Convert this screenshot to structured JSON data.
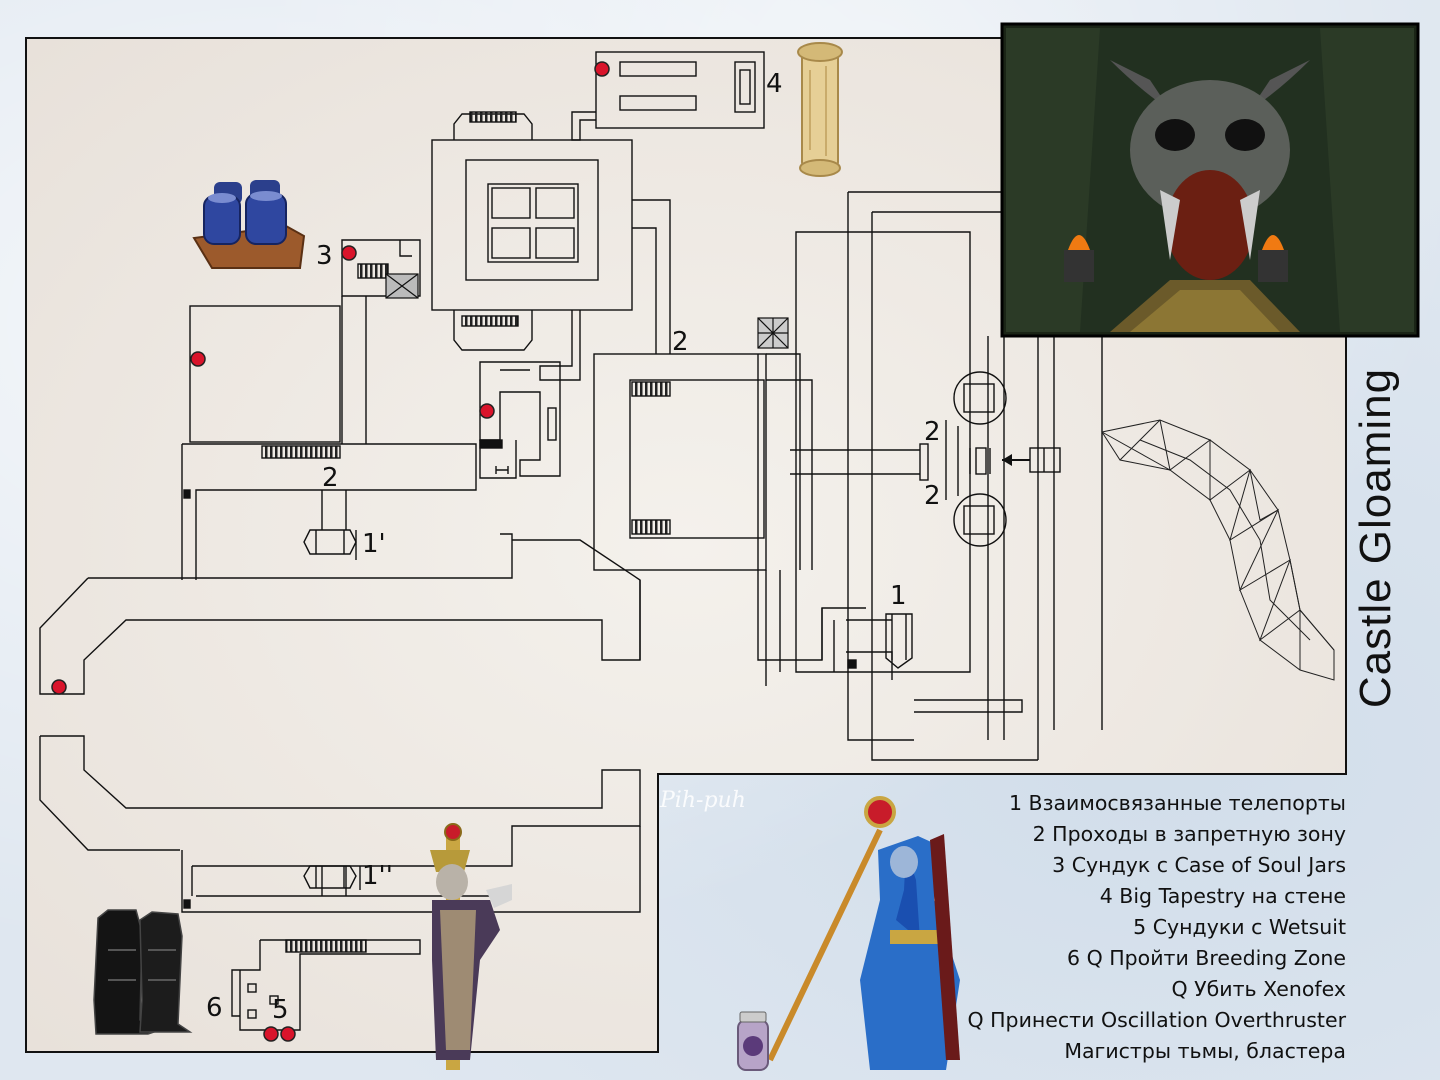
{
  "title": "Castle Gloaming",
  "watermark": "Pih-puh",
  "legend": [
    "1 Взаимосвязанные телепорты",
    "2 Проходы в запретную зону",
    "3 Сундук с Case of Soul Jars",
    "4 Big Tapestry на стене",
    "5 Сундуки с Wetsuit",
    "6 Q Пройти Breeding Zone",
    "Q Убить Xenofex",
    "Q Принести Oscillation Overthruster",
    "Магистры тьмы, бластера"
  ],
  "map_labels": {
    "teleport_1": "1",
    "teleport_1p": "1'",
    "teleport_1pp": "1''",
    "pass_2": "2",
    "chest_3": "3",
    "tapestry_4": "4",
    "chest_5": "5",
    "quest_6": "6"
  },
  "colors": {
    "parchment": "#f1ede8",
    "wall": "#1a1a1a",
    "marker": "#d9142b",
    "background": "#dfe7f0"
  },
  "icons": [
    "skull-gate-scene",
    "tapestry-icon",
    "soul-jars-icon",
    "boots-icon",
    "wizard-icon",
    "lord-icon",
    "jar-icon"
  ]
}
